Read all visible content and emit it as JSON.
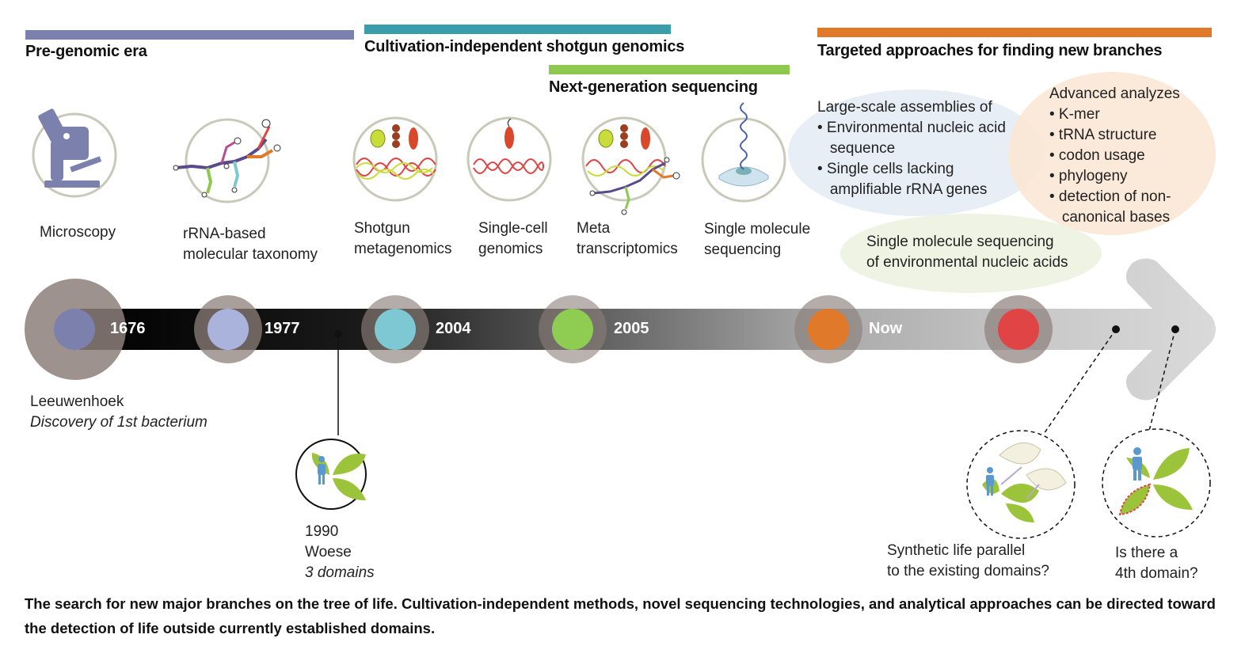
{
  "eras": [
    {
      "title": "Pre-genomic era",
      "color": "#7b80ad"
    },
    {
      "title": "Cultivation-independent shotgun genomics",
      "color": "#3a9eaa"
    },
    {
      "title": "Next-generation sequencing",
      "color": "#8fc84f"
    },
    {
      "title": "Targeted approaches for finding new branches",
      "color": "#e07a2a"
    }
  ],
  "techniques": [
    {
      "line1": "Microscopy",
      "line2": "",
      "icon": "microscope-icon"
    },
    {
      "line1": "rRNA-based",
      "line2": "molecular taxonomy",
      "icon": "rrna-structure-icon"
    },
    {
      "line1": "Shotgun",
      "line2": "metagenomics",
      "icon": "metagenome-icon"
    },
    {
      "line1": "Single-cell",
      "line2": "genomics",
      "icon": "single-cell-icon"
    },
    {
      "line1": "Meta",
      "line2": "transcriptomics",
      "icon": "transcriptome-icon"
    },
    {
      "line1": "Single molecule",
      "line2": "sequencing",
      "icon": "single-molecule-icon"
    }
  ],
  "bubbles": {
    "assemblies": {
      "heading": "Large-scale assemblies of",
      "items": [
        "• Environmental nucleic acid",
        "   sequence",
        "• Single cells lacking",
        "   amplifiable rRNA genes"
      ],
      "color": "#e8eef5"
    },
    "analyzes": {
      "heading": "Advanced analyzes",
      "items": [
        "• K-mer",
        "• tRNA structure",
        "• codon usage",
        "• phylogeny",
        "• detection of non-",
        "   canonical bases"
      ],
      "color": "#fbe7d5"
    },
    "single_molecule": {
      "line1": "Single molecule sequencing",
      "line2": "of environmental nucleic acids",
      "color": "#eef3e4"
    }
  },
  "timeline": {
    "milestones": [
      {
        "label": "1676",
        "color": "#7b80ad"
      },
      {
        "label": "1977",
        "color": "#a9b3dc"
      },
      {
        "label": "2004",
        "color": "#7ec8d3"
      },
      {
        "label": "2005",
        "color": "#8fcc52"
      },
      {
        "label": "Now",
        "color": "#e07a2a"
      },
      {
        "label": "",
        "color": "#e04444"
      }
    ],
    "halo_color": "#8c7f7a"
  },
  "notes": {
    "leeuwenhoek": {
      "name": "Leeuwenhoek",
      "detail": "Discovery of 1st bacterium"
    },
    "woese": {
      "year": "1990",
      "name": "Woese",
      "detail": "3 domains"
    },
    "synthetic": {
      "line1": "Synthetic life parallel",
      "line2": "to the existing domains?"
    },
    "fourth": {
      "line1": "Is there a",
      "line2": "4th domain?"
    }
  },
  "caption": "The search for new major branches on the tree of life. Cultivation-independent methods, novel sequencing technologies, and analytical approaches can be directed toward the detection of life outside currently established domains."
}
